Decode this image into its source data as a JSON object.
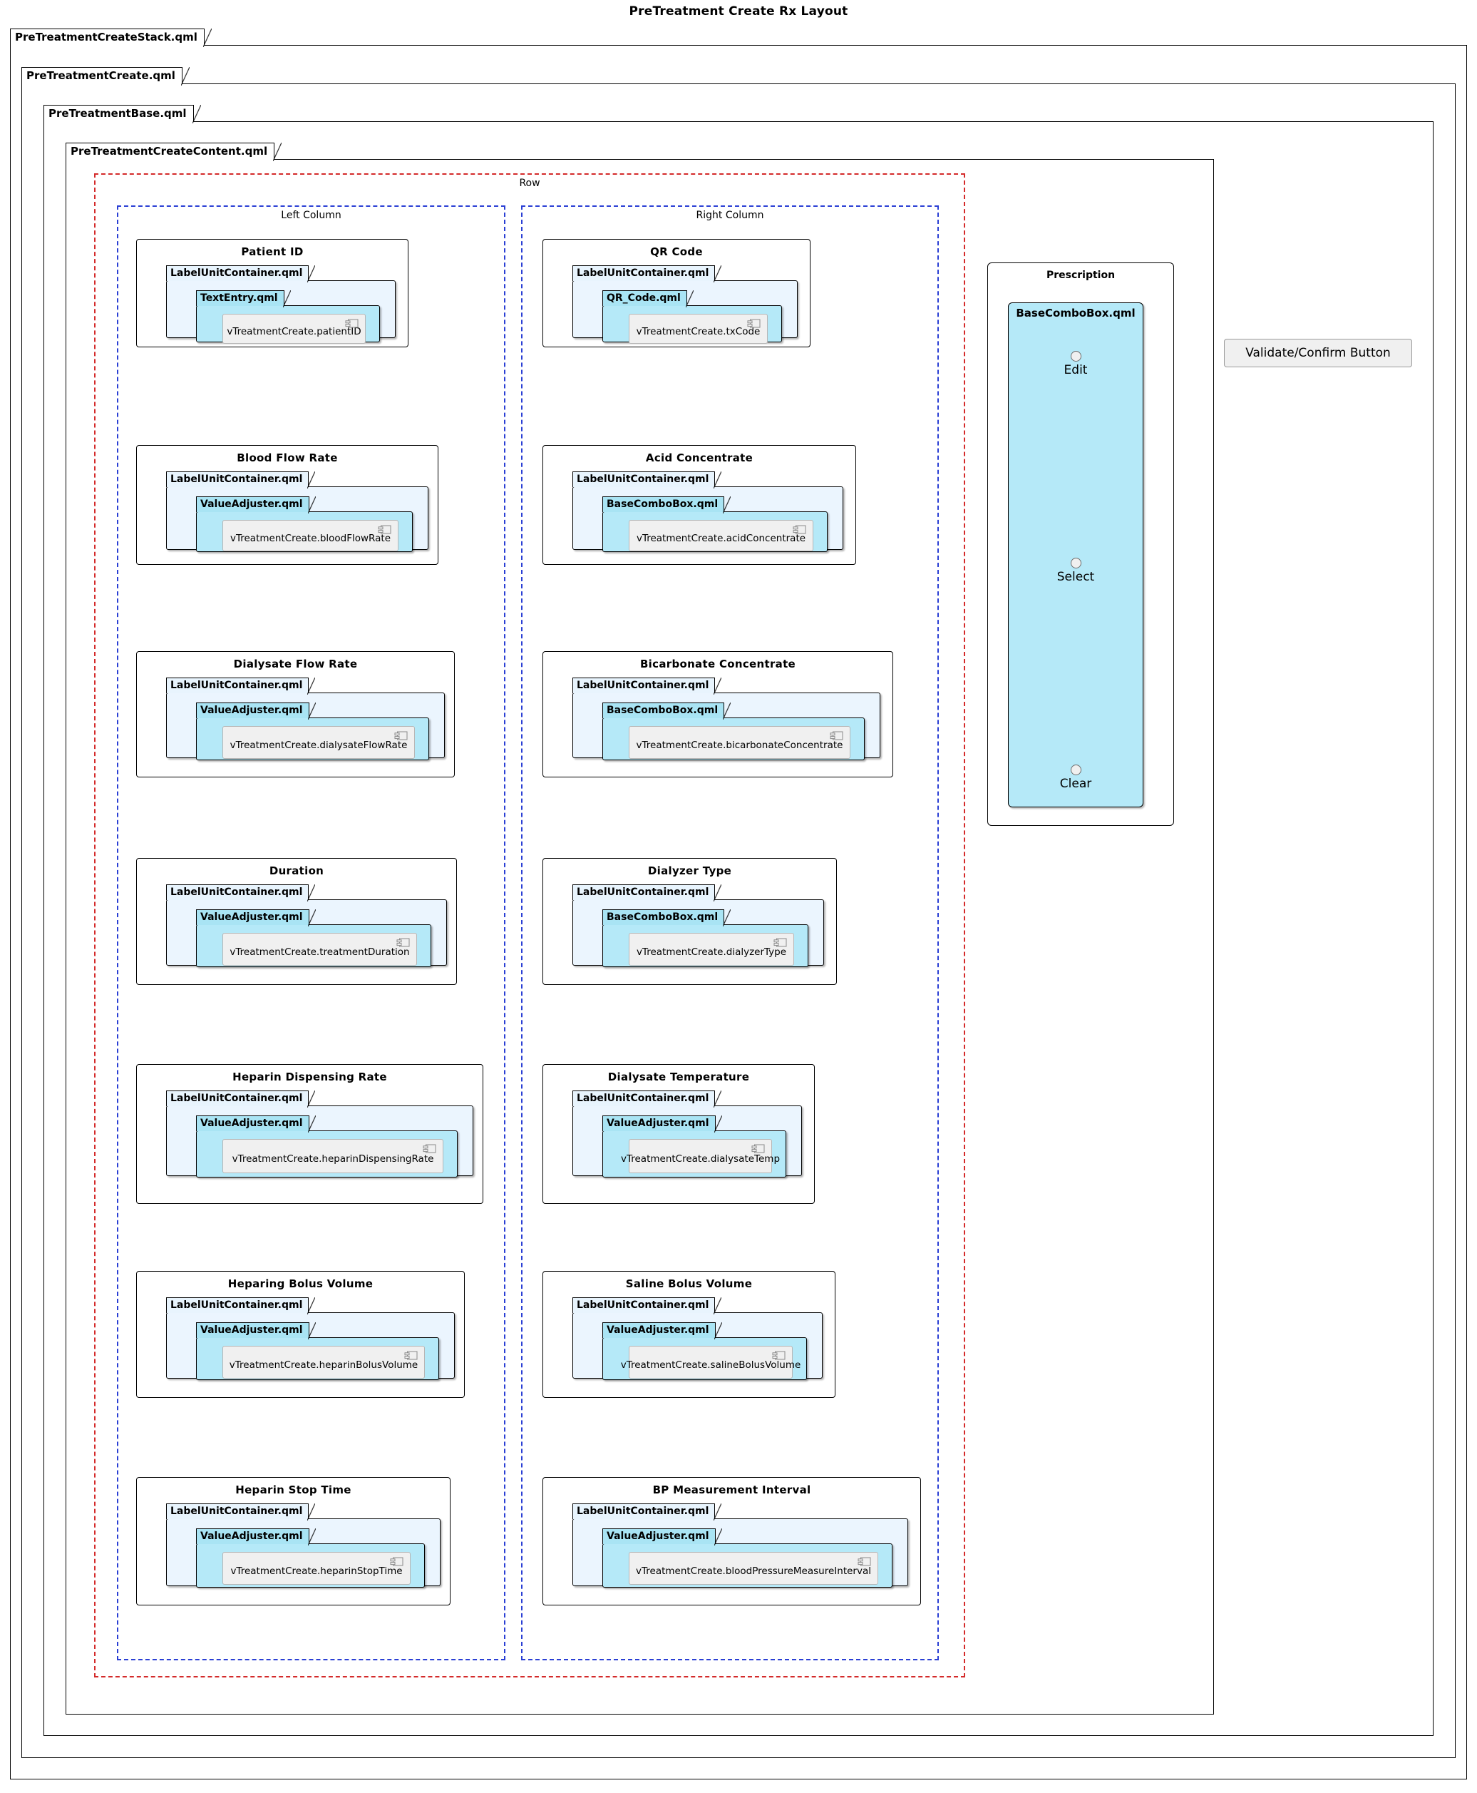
{
  "title": "PreTreatment Create Rx Layout",
  "packages": [
    {
      "name": "PreTreatmentCreateStack.qml"
    },
    {
      "name": "PreTreatmentCreate.qml"
    },
    {
      "name": "PreTreatmentBase.qml"
    },
    {
      "name": "PreTreatmentCreateContent.qml"
    }
  ],
  "groups": {
    "row": "Row",
    "left_column": "Left Column",
    "right_column": "Right Column"
  },
  "component_icon": "component-icon",
  "left_column_cards": [
    {
      "title": "Patient ID",
      "outer": "LabelUnitContainer.qml",
      "inner": "TextEntry.qml",
      "component": "vTreatmentCreate.patientID"
    },
    {
      "title": "Blood Flow Rate",
      "outer": "LabelUnitContainer.qml",
      "inner": "ValueAdjuster.qml",
      "component": "vTreatmentCreate.bloodFlowRate"
    },
    {
      "title": "Dialysate Flow Rate",
      "outer": "LabelUnitContainer.qml",
      "inner": "ValueAdjuster.qml",
      "component": "vTreatmentCreate.dialysateFlowRate"
    },
    {
      "title": "Duration",
      "outer": "LabelUnitContainer.qml",
      "inner": "ValueAdjuster.qml",
      "component": "vTreatmentCreate.treatmentDuration"
    },
    {
      "title": "Heparin Dispensing Rate",
      "outer": "LabelUnitContainer.qml",
      "inner": "ValueAdjuster.qml",
      "component": "vTreatmentCreate.heparinDispensingRate"
    },
    {
      "title": "Heparing Bolus Volume",
      "outer": "LabelUnitContainer.qml",
      "inner": "ValueAdjuster.qml",
      "component": "vTreatmentCreate.heparinBolusVolume"
    },
    {
      "title": "Heparin Stop Time",
      "outer": "LabelUnitContainer.qml",
      "inner": "ValueAdjuster.qml",
      "component": "vTreatmentCreate.heparinStopTime"
    }
  ],
  "right_column_cards": [
    {
      "title": "QR Code",
      "outer": "LabelUnitContainer.qml",
      "inner": "QR_Code.qml",
      "component": "vTreatmentCreate.txCode"
    },
    {
      "title": "Acid Concentrate",
      "outer": "LabelUnitContainer.qml",
      "inner": "BaseComboBox.qml",
      "component": "vTreatmentCreate.acidConcentrate"
    },
    {
      "title": "Bicarbonate Concentrate",
      "outer": "LabelUnitContainer.qml",
      "inner": "BaseComboBox.qml",
      "component": "vTreatmentCreate.bicarbonateConcentrate"
    },
    {
      "title": "Dialyzer Type",
      "outer": "LabelUnitContainer.qml",
      "inner": "BaseComboBox.qml",
      "component": "vTreatmentCreate.dialyzerType"
    },
    {
      "title": "Dialysate Temperature",
      "outer": "LabelUnitContainer.qml",
      "inner": "ValueAdjuster.qml",
      "component": "vTreatmentCreate.dialysateTemp"
    },
    {
      "title": "Saline Bolus Volume",
      "outer": "LabelUnitContainer.qml",
      "inner": "ValueAdjuster.qml",
      "component": "vTreatmentCreate.salineBolusVolume"
    },
    {
      "title": "BP Measurement Interval",
      "outer": "LabelUnitContainer.qml",
      "inner": "ValueAdjuster.qml",
      "component": "vTreatmentCreate.bloodPressureMeasureInterval"
    }
  ],
  "prescription": {
    "title": "Prescription",
    "combo_title": "BaseComboBox.qml",
    "items": [
      {
        "label": "Edit"
      },
      {
        "label": "Select"
      },
      {
        "label": "Clear"
      }
    ]
  },
  "validate_button": "Validate/Confirm Button",
  "colors": {
    "row_frame": "#d42a2a",
    "column_frame": "#2a3fd4",
    "outer_qml_fill": "#ebf5fe",
    "inner_qml_fill": "#b5e9f8",
    "component_fill": "#f0f0f0"
  }
}
